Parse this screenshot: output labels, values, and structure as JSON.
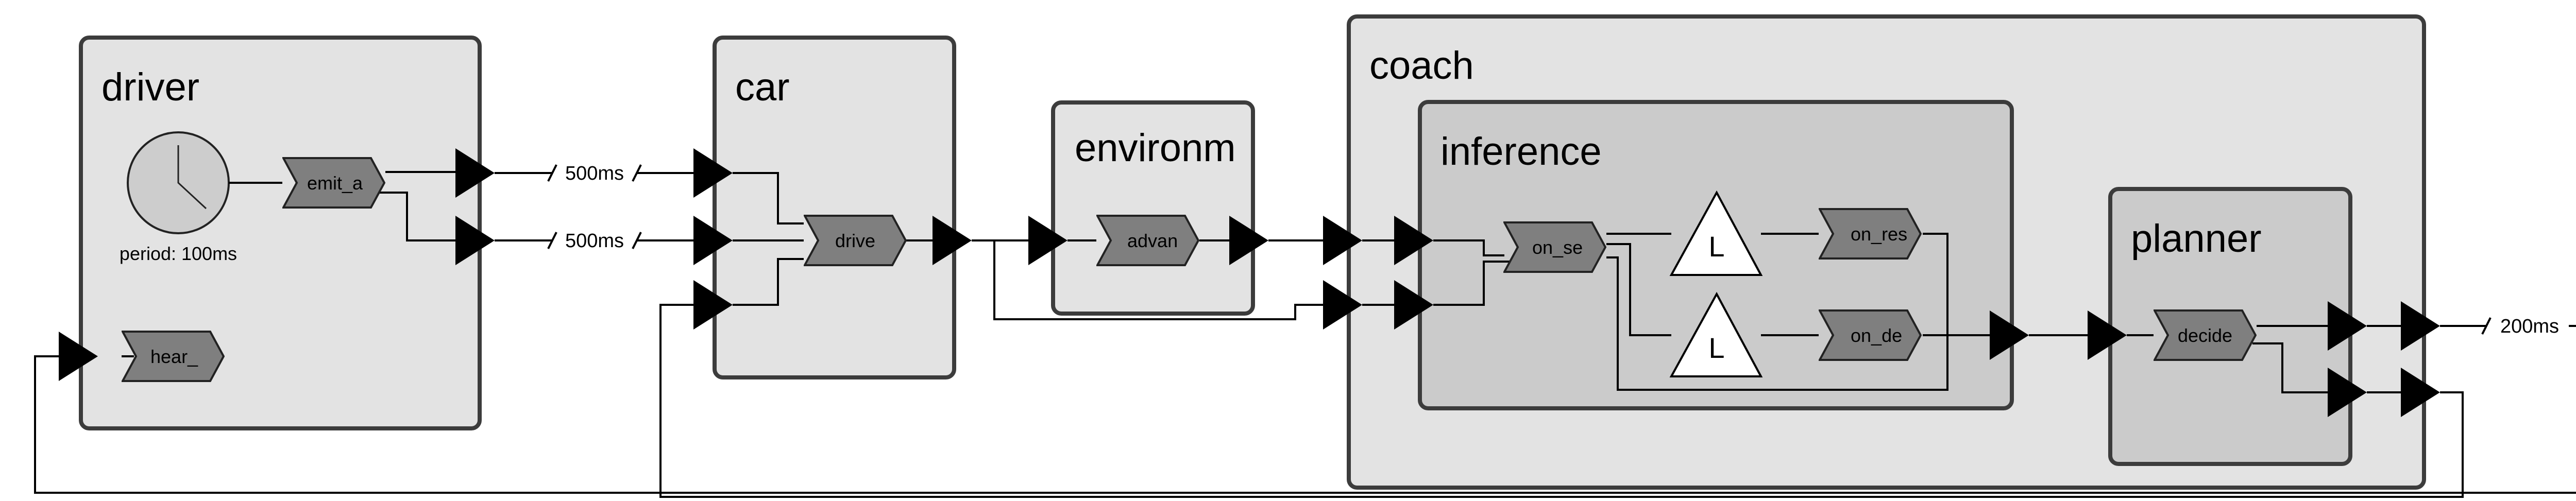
{
  "reactors": {
    "driver": "driver",
    "car": "car",
    "environment": "environm",
    "coach": "coach",
    "inference": "inference",
    "planner": "planner"
  },
  "reactions": {
    "emit": "emit_a",
    "hear": "hear_",
    "drive": "drive",
    "advance": "advan",
    "on_sensor": "on_se",
    "on_result": "on_res",
    "on_detect": "on_de",
    "decide": "decide"
  },
  "timer": {
    "period_label": "period: 100ms"
  },
  "delays": {
    "upper": "500ms",
    "lower": "500ms",
    "planner": "200ms"
  },
  "logical_actions": {
    "action_1": "L",
    "action_2": "L"
  },
  "colors": {
    "reactor_fill": "#e3e3e3",
    "inner_reactor_fill": "#cbcbcb",
    "reaction_fill": "#7f7f7f",
    "timer_fill": "#cdcdcd",
    "stroke": "#3c3c3c",
    "port": "#000000"
  }
}
